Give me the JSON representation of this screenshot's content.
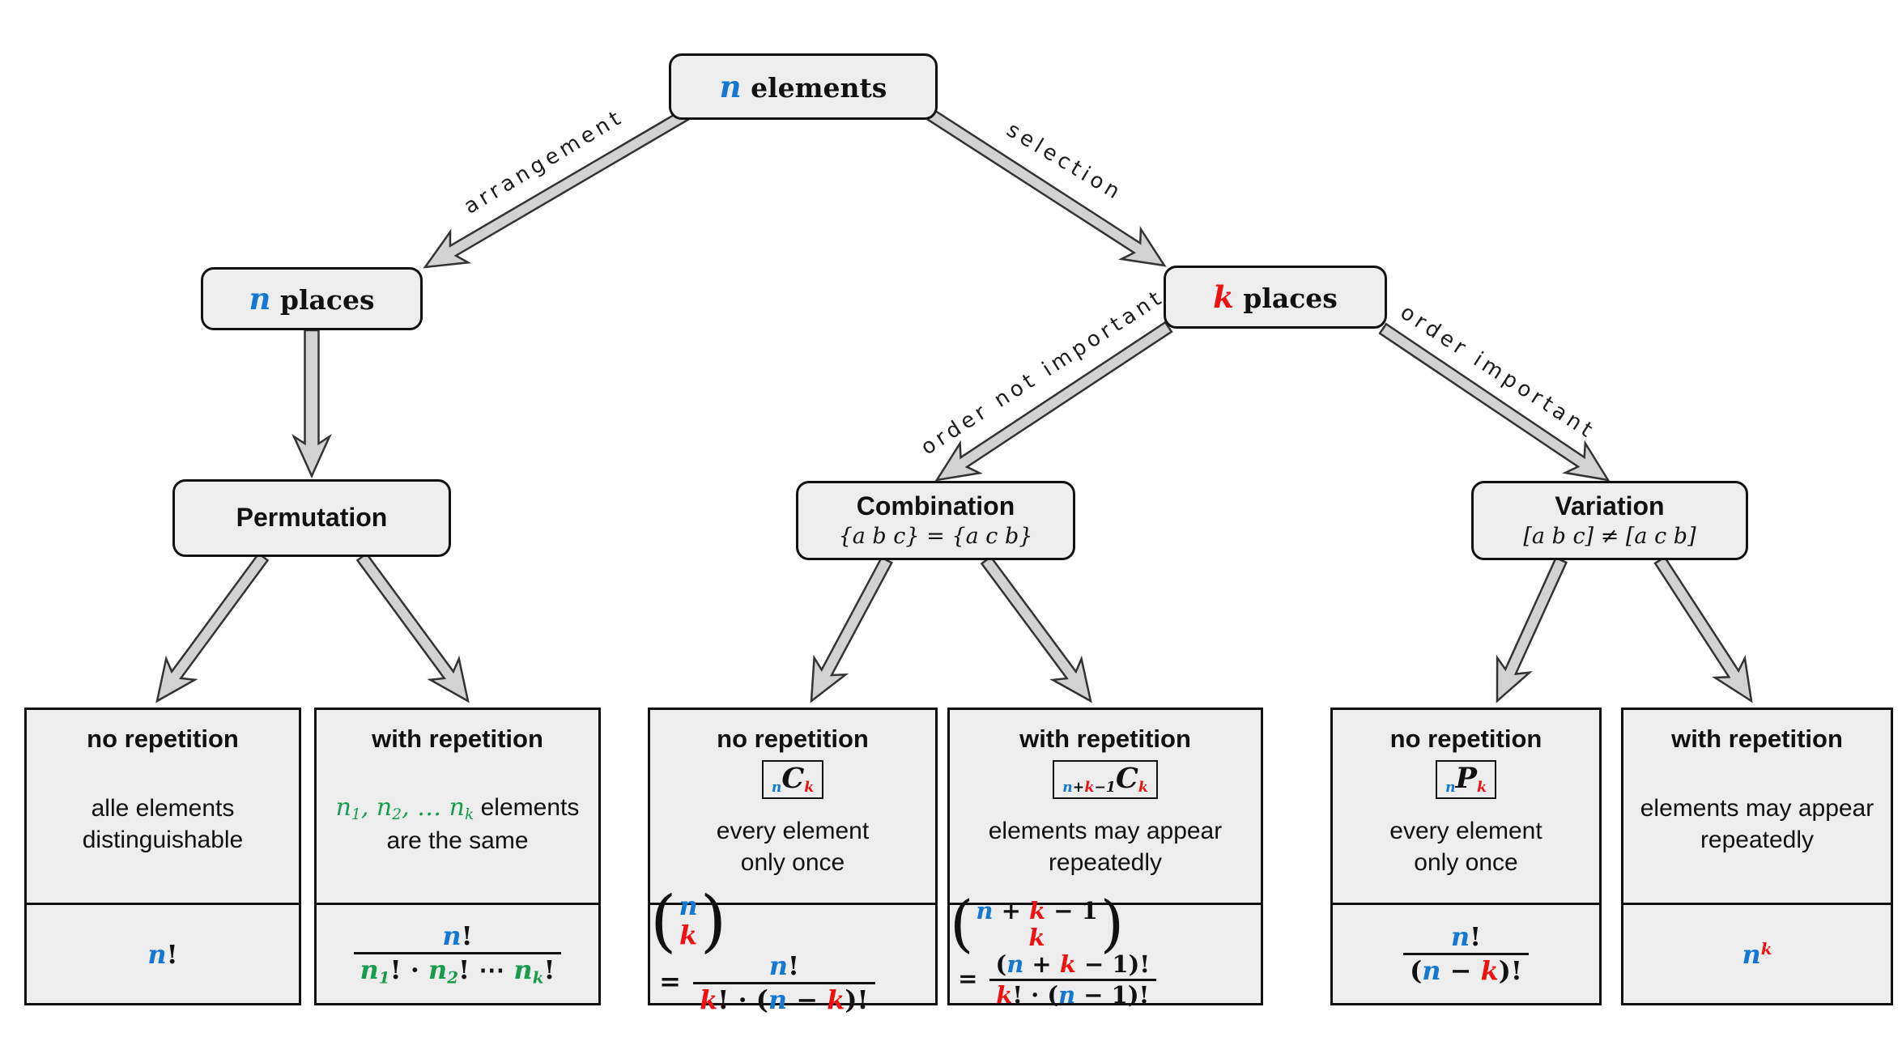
{
  "colors": {
    "blue": "#1478D2",
    "red": "#EE1111",
    "green": "#179C4E",
    "ink": "#111111",
    "box_fill": "#EDEDED",
    "arrow_fill": "#D2D2D2",
    "arrow_stroke": "#333333"
  },
  "nodes": {
    "n_elements": {
      "tokens": [
        {
          "k": "v",
          "v": "n",
          "c": "blue"
        },
        {
          "k": "t",
          "v": " elements"
        }
      ]
    },
    "n_places": {
      "tokens": [
        {
          "k": "v",
          "v": "n",
          "c": "blue"
        },
        {
          "k": "t",
          "v": " places"
        }
      ]
    },
    "k_places": {
      "tokens": [
        {
          "k": "v",
          "v": "k",
          "c": "red"
        },
        {
          "k": "t",
          "v": " places"
        }
      ]
    },
    "permutation": {
      "title": "Permutation"
    },
    "combination": {
      "title": "Combination",
      "subtitle": "{a b c} = {a c b}"
    },
    "variation": {
      "title": "Variation",
      "subtitle": "[a b c] ≠ [a c b]"
    }
  },
  "edges": {
    "arrangement": "arrangement",
    "selection": "selection",
    "order_not_important": "order not important",
    "order_important": "order important"
  },
  "cards": [
    {
      "id": "permutation-no-repetition",
      "title": "no repetition",
      "badge": null,
      "body": [
        [
          {
            "k": "t",
            "v": "alle elements"
          }
        ],
        [
          {
            "k": "t",
            "v": "distinguishable"
          }
        ]
      ],
      "formula": [
        {
          "k": "v",
          "v": "n",
          "c": "blue"
        },
        {
          "k": "t",
          "v": "!"
        }
      ]
    },
    {
      "id": "permutation-with-repetition",
      "title": "with repetition",
      "badge": null,
      "body": [
        [
          {
            "k": "v",
            "v": "n",
            "c": "green"
          },
          {
            "k": "sub",
            "v": "1",
            "c": "green"
          },
          {
            "k": "m",
            "v": ", ",
            "c": "green"
          },
          {
            "k": "v",
            "v": "n",
            "c": "green"
          },
          {
            "k": "sub",
            "v": "2",
            "c": "green"
          },
          {
            "k": "m",
            "v": ", … ",
            "c": "green"
          },
          {
            "k": "v",
            "v": "n",
            "c": "green"
          },
          {
            "k": "sub",
            "v": "k",
            "c": "green"
          },
          {
            "k": "t",
            "v": " elements"
          }
        ],
        [
          {
            "k": "t",
            "v": "are the same"
          }
        ]
      ],
      "formula": [
        {
          "k": "frac",
          "num": [
            {
              "k": "v",
              "v": "n",
              "c": "blue"
            },
            {
              "k": "t",
              "v": "!"
            }
          ],
          "den": [
            {
              "k": "v",
              "v": "n",
              "c": "green"
            },
            {
              "k": "sub",
              "v": "1",
              "c": "green"
            },
            {
              "k": "t",
              "v": "! · "
            },
            {
              "k": "v",
              "v": "n",
              "c": "green"
            },
            {
              "k": "sub",
              "v": "2",
              "c": "green"
            },
            {
              "k": "t",
              "v": "! ⋯ "
            },
            {
              "k": "v",
              "v": "n",
              "c": "green"
            },
            {
              "k": "sub",
              "v": "k",
              "c": "green"
            },
            {
              "k": "t",
              "v": "!"
            }
          ]
        }
      ]
    },
    {
      "id": "combination-no-repetition",
      "title": "no repetition",
      "badge": [
        {
          "k": "sub",
          "v": "n",
          "c": "blue"
        },
        {
          "k": "v",
          "v": "C"
        },
        {
          "k": "sub",
          "v": "k",
          "c": "red"
        }
      ],
      "body": [
        [
          {
            "k": "t",
            "v": "every element"
          }
        ],
        [
          {
            "k": "t",
            "v": "only once"
          }
        ]
      ],
      "formula": [
        {
          "k": "binom",
          "top": [
            {
              "k": "v",
              "v": "n",
              "c": "blue"
            }
          ],
          "bot": [
            {
              "k": "v",
              "v": "k",
              "c": "red"
            }
          ]
        },
        {
          "k": "t",
          "v": " = "
        },
        {
          "k": "frac",
          "num": [
            {
              "k": "v",
              "v": "n",
              "c": "blue"
            },
            {
              "k": "t",
              "v": "!"
            }
          ],
          "den": [
            {
              "k": "v",
              "v": "k",
              "c": "red"
            },
            {
              "k": "t",
              "v": "! · ("
            },
            {
              "k": "v",
              "v": "n",
              "c": "blue"
            },
            {
              "k": "t",
              "v": " − "
            },
            {
              "k": "v",
              "v": "k",
              "c": "red"
            },
            {
              "k": "t",
              "v": ")!"
            }
          ]
        }
      ]
    },
    {
      "id": "combination-with-repetition",
      "title": "with repetition",
      "badge": [
        {
          "k": "sub",
          "v": "n",
          "c": "blue"
        },
        {
          "k": "sub",
          "v": "+"
        },
        {
          "k": "sub",
          "v": "k",
          "c": "red"
        },
        {
          "k": "sub",
          "v": "−1"
        },
        {
          "k": "v",
          "v": "C"
        },
        {
          "k": "sub",
          "v": "k",
          "c": "red"
        }
      ],
      "body": [
        [
          {
            "k": "t",
            "v": "elements may appear"
          }
        ],
        [
          {
            "k": "t",
            "v": "repeatedly"
          }
        ]
      ],
      "formula": [
        {
          "k": "binom",
          "top": [
            {
              "k": "v",
              "v": "n",
              "c": "blue"
            },
            {
              "k": "t",
              "v": " + "
            },
            {
              "k": "v",
              "v": "k",
              "c": "red"
            },
            {
              "k": "t",
              "v": " − 1"
            }
          ],
          "bot": [
            {
              "k": "v",
              "v": "k",
              "c": "red"
            }
          ]
        },
        {
          "k": "t",
          "v": " = "
        },
        {
          "k": "frac",
          "num": [
            {
              "k": "t",
              "v": "("
            },
            {
              "k": "v",
              "v": "n",
              "c": "blue"
            },
            {
              "k": "t",
              "v": " + "
            },
            {
              "k": "v",
              "v": "k",
              "c": "red"
            },
            {
              "k": "t",
              "v": " − 1)!"
            }
          ],
          "den": [
            {
              "k": "v",
              "v": "k",
              "c": "red"
            },
            {
              "k": "t",
              "v": "! · ("
            },
            {
              "k": "v",
              "v": "n",
              "c": "blue"
            },
            {
              "k": "t",
              "v": " − 1)!"
            }
          ]
        }
      ]
    },
    {
      "id": "variation-no-repetition",
      "title": "no repetition",
      "badge": [
        {
          "k": "sub",
          "v": "n",
          "c": "blue"
        },
        {
          "k": "v",
          "v": "P"
        },
        {
          "k": "sub",
          "v": "k",
          "c": "red"
        }
      ],
      "body": [
        [
          {
            "k": "t",
            "v": "every element"
          }
        ],
        [
          {
            "k": "t",
            "v": "only once"
          }
        ]
      ],
      "formula": [
        {
          "k": "frac",
          "num": [
            {
              "k": "v",
              "v": "n",
              "c": "blue"
            },
            {
              "k": "t",
              "v": "!"
            }
          ],
          "den": [
            {
              "k": "t",
              "v": "("
            },
            {
              "k": "v",
              "v": "n",
              "c": "blue"
            },
            {
              "k": "t",
              "v": " − "
            },
            {
              "k": "v",
              "v": "k",
              "c": "red"
            },
            {
              "k": "t",
              "v": ")!"
            }
          ]
        }
      ]
    },
    {
      "id": "variation-with-repetition",
      "title": "with repetition",
      "badge": null,
      "body": [
        [
          {
            "k": "t",
            "v": "elements may appear"
          }
        ],
        [
          {
            "k": "t",
            "v": "repeatedly"
          }
        ]
      ],
      "formula": [
        {
          "k": "v",
          "v": "n",
          "c": "blue"
        },
        {
          "k": "sup",
          "v": "k",
          "c": "red"
        }
      ]
    }
  ]
}
